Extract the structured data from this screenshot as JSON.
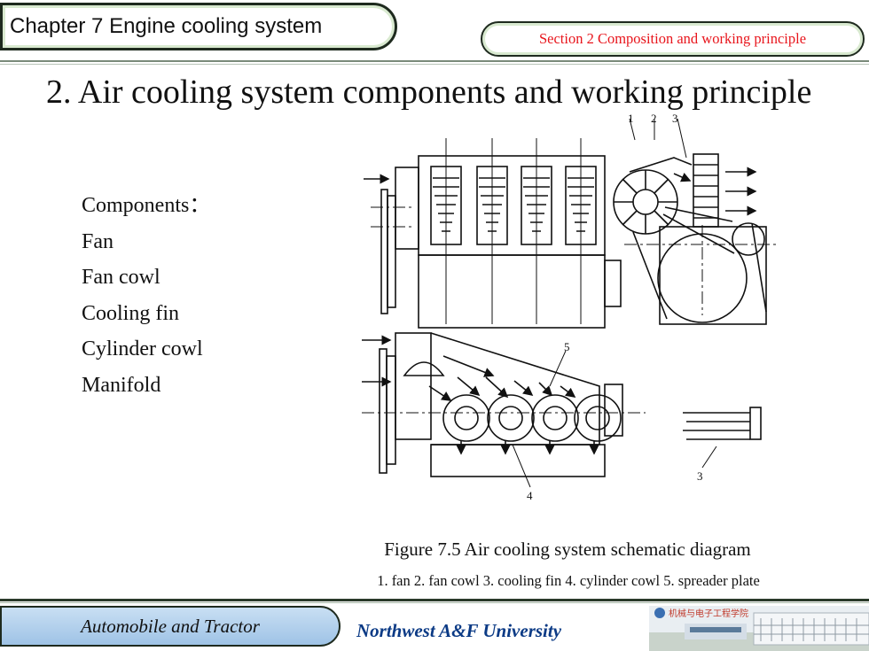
{
  "header": {
    "chapter": "Chapter  7  Engine cooling system",
    "section": "Section 2  Composition and working principle"
  },
  "title": "2. Air cooling system components and working principle",
  "components": [
    "Components：",
    "Fan",
    "Fan cowl",
    "Cooling fin",
    "Cylinder cowl",
    "Manifold"
  ],
  "diagram": {
    "labels": [
      "1",
      "2",
      "3",
      "5",
      "4",
      "3"
    ]
  },
  "figure": {
    "caption": "Figure  7.5   Air cooling system schematic diagram",
    "legend": "1. fan  2. fan cowl   3. cooling fin 4. cylinder  cowl  5. spreader  plate"
  },
  "footer": {
    "course": "Automobile and Tractor",
    "university": "Northwest  A&F  University",
    "logo_text": "机械与电子工程学院"
  }
}
